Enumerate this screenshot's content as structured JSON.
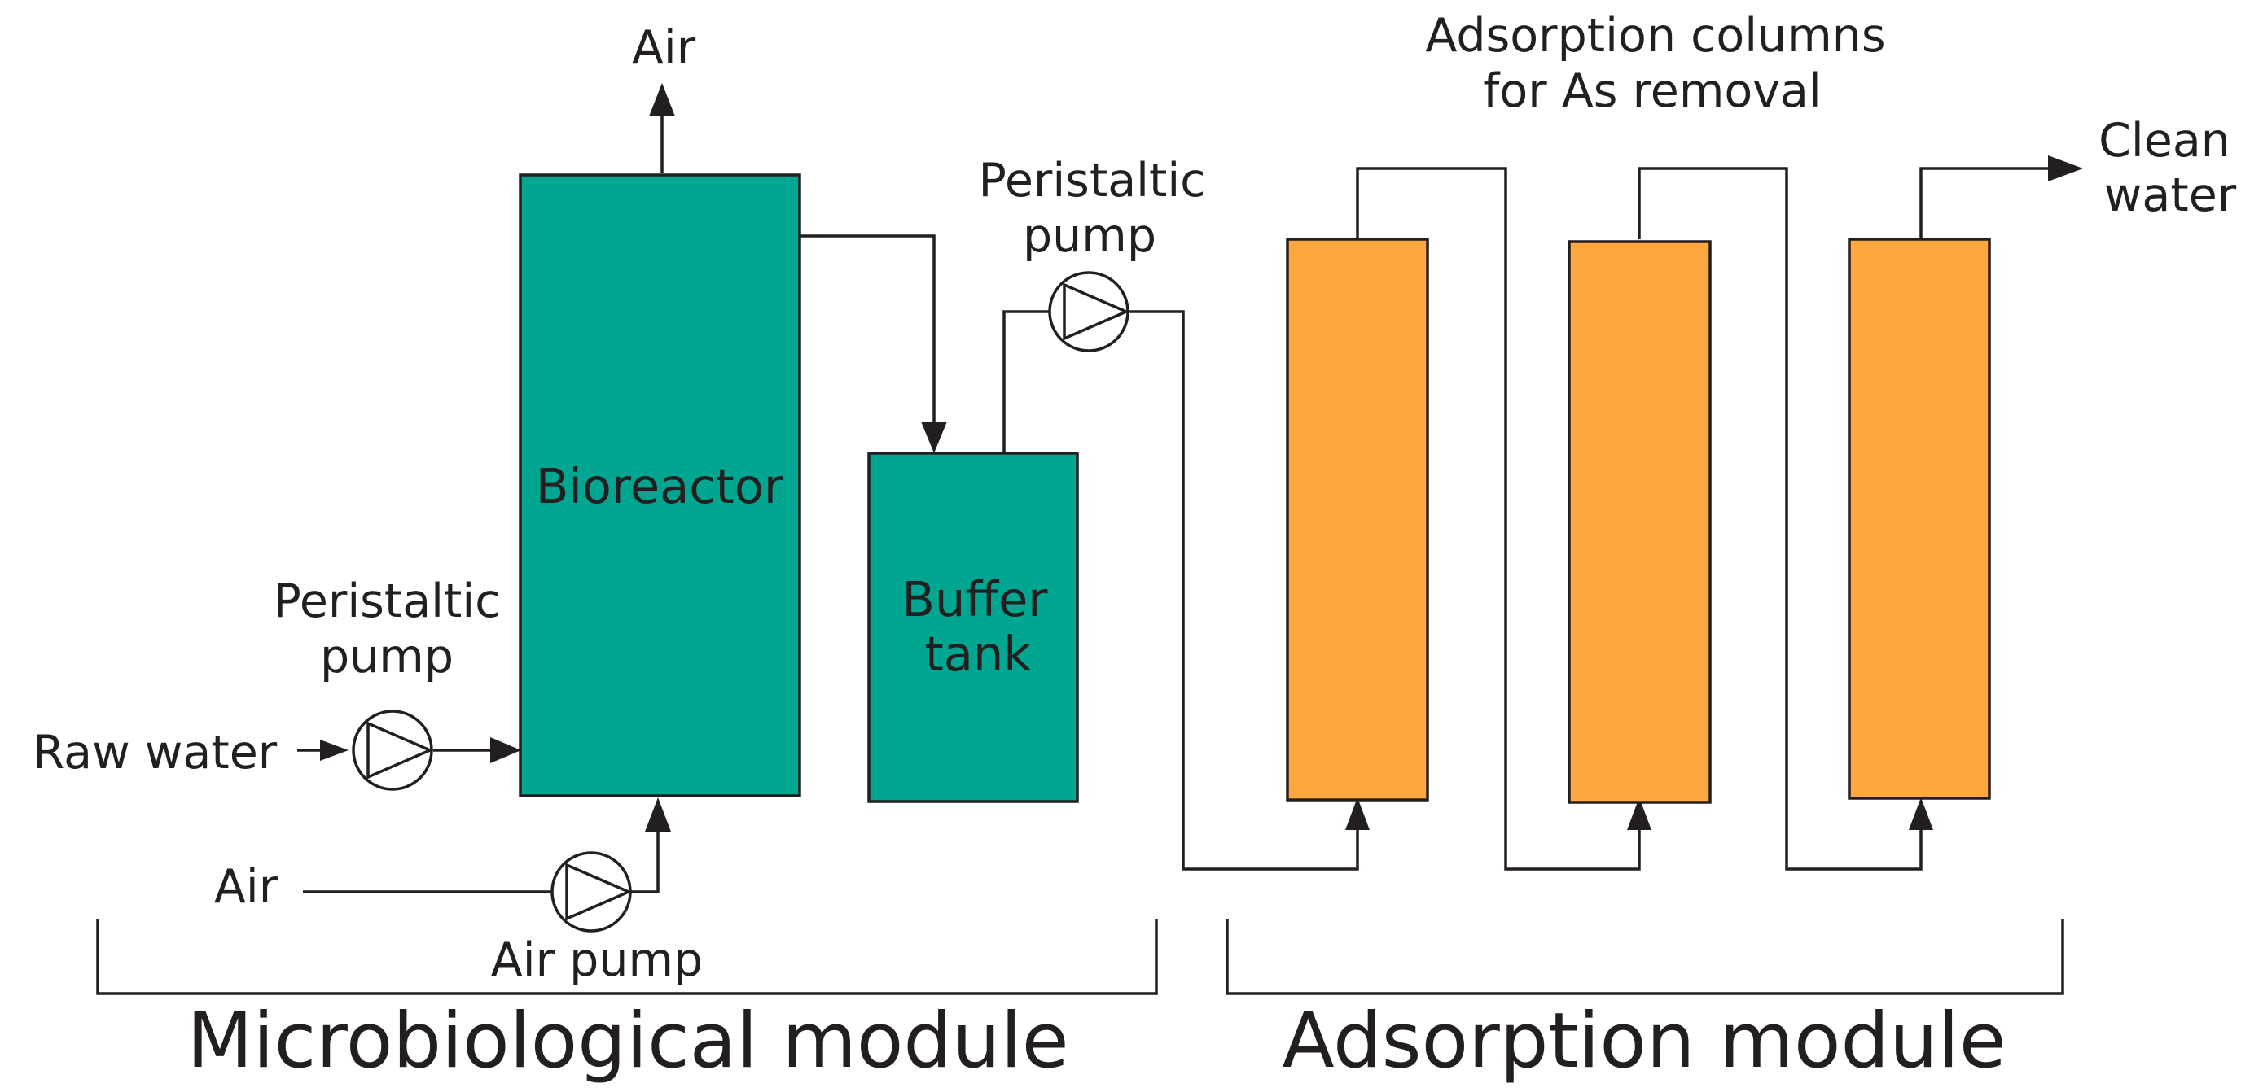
{
  "colors": {
    "microbial_vessel": "#00a68f",
    "adsorption_column": "#ffa73f",
    "line": "#231f20",
    "background": "#ffffff"
  },
  "labels": {
    "air_top": "Air",
    "bioreactor": "Bioreactor",
    "buffer_tank_line1": "Buffer",
    "buffer_tank_line2": "tank",
    "pump1_line1": "Peristaltic",
    "pump1_line2": "pump",
    "pump2_line1": "Peristaltic",
    "pump2_line2": "pump",
    "raw_water": "Raw water",
    "air_inlet": "Air",
    "air_pump": "Air pump",
    "adsorption_title_line1": "Adsorption columns",
    "adsorption_title_line2": "for As removal",
    "clean_water_line1": "Clean",
    "clean_water_line2": "water"
  },
  "modules": {
    "microbiological": "Microbiological module",
    "adsorption": "Adsorption module"
  },
  "icons": {
    "pump": "pump-icon",
    "flow_arrow": "arrow-head-icon"
  }
}
